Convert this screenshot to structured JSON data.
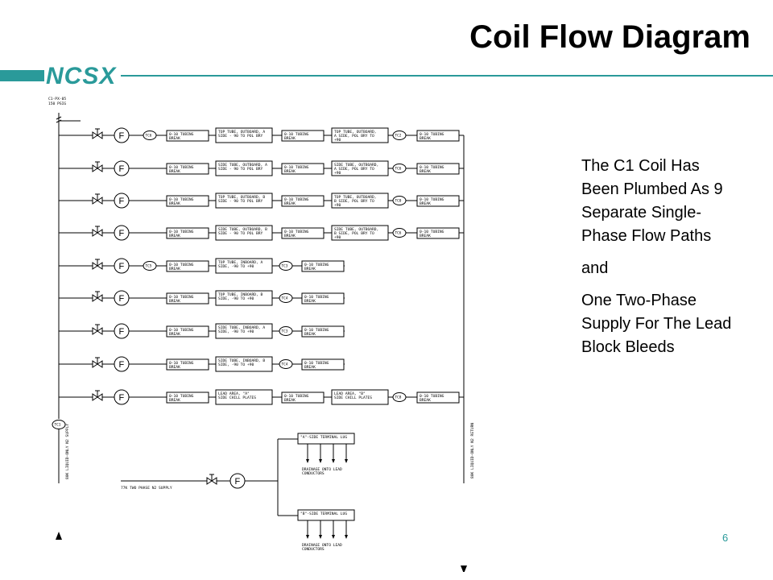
{
  "header": {
    "title": "Coil Flow Diagram",
    "logo_text": "NCSX",
    "accent_color": "#2a9a9a"
  },
  "description": {
    "lines": [
      "The C1 Coil Has Been Plumbed As 9 Separate Single-Phase Flow Paths",
      "and",
      "One Two-Phase Supply For The Lead Block Bleeds"
    ]
  },
  "page_number": "6",
  "diagram": {
    "supply_tag": "C1-PX-05",
    "supply_pressure": "150 PSIG",
    "supply_label": "80K LIQUID-ONLY N2 SUPPLY",
    "return_label": "80K LIQUID-ONLY N2 RETURN",
    "two_phase_label": "77K TWO PHASE N2 SUPPLY",
    "flow_meter_symbol": "F",
    "supply_tc": "TC1",
    "a_terminal": "\"A\"-SIDE TERMINAL LUG",
    "b_terminal": "\"B\"-SIDE TERMINAL LUG",
    "drainage_label_1": "DRAINAGE ONTO LEAD",
    "drainage_label_2": "CONDUCTORS",
    "rows": [
      {
        "in_tc": "TC6",
        "break_in": [
          "0-10 TUBING",
          "BREAK"
        ],
        "path": [
          "TOP TUBE, OUTBOARD, A",
          "SIDE - 90 TO POL BRY"
        ],
        "break_mid": [
          "0-10 TUBING",
          "BREAK"
        ],
        "path2": [
          "TOP TUBE, OUTBOARD,",
          "A SIDE, POL BRY TO",
          "+90"
        ],
        "out_tc": "TC2",
        "break_out": [
          "0-10 TUBING",
          "BREAK"
        ]
      },
      {
        "in_tc": "",
        "break_in": [
          "0-10 TUBING",
          "BREAK"
        ],
        "path": [
          "SIDE TUBE, OUTBOARD, A",
          "SIDE - 90 TO POL BRY"
        ],
        "break_mid": [
          "0-10 TUBING",
          "BREAK"
        ],
        "path2": [
          "SIDE TUBE, OUTBOARD,",
          "A SIDE, POL BRY TO",
          "+90"
        ],
        "out_tc": "TC6",
        "break_out": [
          "0-10 TUBING",
          "BREAK"
        ]
      },
      {
        "in_tc": "",
        "break_in": [
          "0-10 TUBING",
          "BREAK"
        ],
        "path": [
          "TOP TUBE, OUTBOARD, B",
          "SIDE - 90 TO POL BRY"
        ],
        "break_mid": [
          "0-10 TUBING",
          "BREAK"
        ],
        "path2": [
          "TOP TUBE, OUTBOARD,",
          "B SIDE, POL BRY TO",
          "+90"
        ],
        "out_tc": "TC0",
        "break_out": [
          "0-10 TUBING",
          "BREAK"
        ]
      },
      {
        "in_tc": "",
        "break_in": [
          "0-10 TUBING",
          "BREAK"
        ],
        "path": [
          "SIDE TUBE, OUTBOARD, B",
          "SIDE - 90 TO POL BRY"
        ],
        "break_mid": [
          "0-10 TUBING",
          "BREAK"
        ],
        "path2": [
          "SIDE TUBE, OUTBOARD,",
          "B SIDE, POL BRY TO",
          "+90"
        ],
        "out_tc": "TC6",
        "break_out": [
          "0-10 TUBING",
          "BREAK"
        ]
      },
      {
        "in_tc": "TC5",
        "break_in": [
          "0-10 TUBING",
          "BREAK"
        ],
        "path": [
          "TOP TUBE, INBOARD, A",
          "SIDE, -90 TO +90"
        ],
        "mid_tc": "TC3",
        "break_mid": [
          "0-10 TUBING",
          "BREAK"
        ]
      },
      {
        "in_tc": "",
        "break_in": [
          "0-10 TUBING",
          "BREAK"
        ],
        "path": [
          "TOP TUBE, INBOARD, B",
          "SIDE, -90 TO +90"
        ],
        "mid_tc": "TC4",
        "break_mid": [
          "0-10 TUBING",
          "BREAK"
        ]
      },
      {
        "in_tc": "",
        "break_in": [
          "0-10 TUBING",
          "BREAK"
        ],
        "path": [
          "SIDE TUBE, INBOARD, A",
          "SIDE, -90 TO +90"
        ],
        "mid_tc": "TC3",
        "break_mid": [
          "0-10 TUBING",
          "BREAK"
        ]
      },
      {
        "in_tc": "",
        "break_in": [
          "0-10 TUBING",
          "BREAK"
        ],
        "path": [
          "SIDE TUBE, INBOARD, B",
          "SIDE, -90 TO +90"
        ],
        "mid_tc": "TC4",
        "break_mid": [
          "0-10 TUBING",
          "BREAK"
        ]
      },
      {
        "in_tc": "",
        "break_in": [
          "0-10 TUBING",
          "BREAK"
        ],
        "path": [
          "LEAD AREA, \"A\"",
          "SIDE CHILL PLATES"
        ],
        "break_mid": [
          "0-10 TUBING",
          "BREAK"
        ],
        "path2": [
          "LEAD AREA, \"B\"",
          "SIDE CHILL PLATES"
        ],
        "out_tc": "TC8",
        "break_out": [
          "0-10 TUBING",
          "BREAK"
        ]
      }
    ]
  }
}
